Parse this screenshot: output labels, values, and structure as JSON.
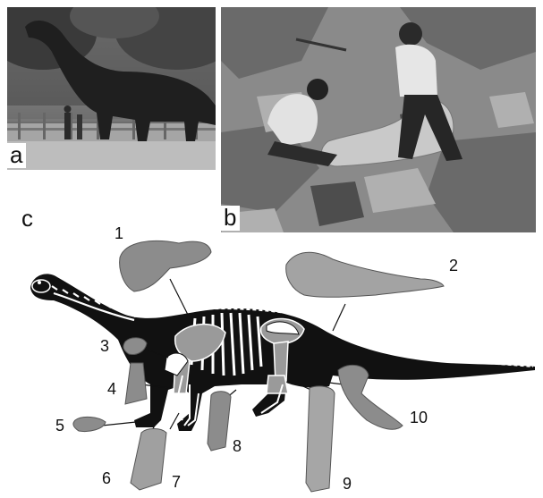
{
  "figure": {
    "panels": {
      "a": {
        "label": "a"
      },
      "b": {
        "label": "b"
      },
      "c": {
        "label": "c"
      }
    },
    "bone_numbers": [
      "1",
      "2",
      "3",
      "4",
      "5",
      "6",
      "7",
      "8",
      "9",
      "10"
    ]
  },
  "colors": {
    "skeleton_body": "#111111",
    "bone_highlight": "#9a9a9a",
    "bone_white": "#ffffff",
    "photo_dark": "#3a3a3a",
    "photo_mid": "#7a7a7a",
    "photo_light": "#c8c8c8"
  }
}
